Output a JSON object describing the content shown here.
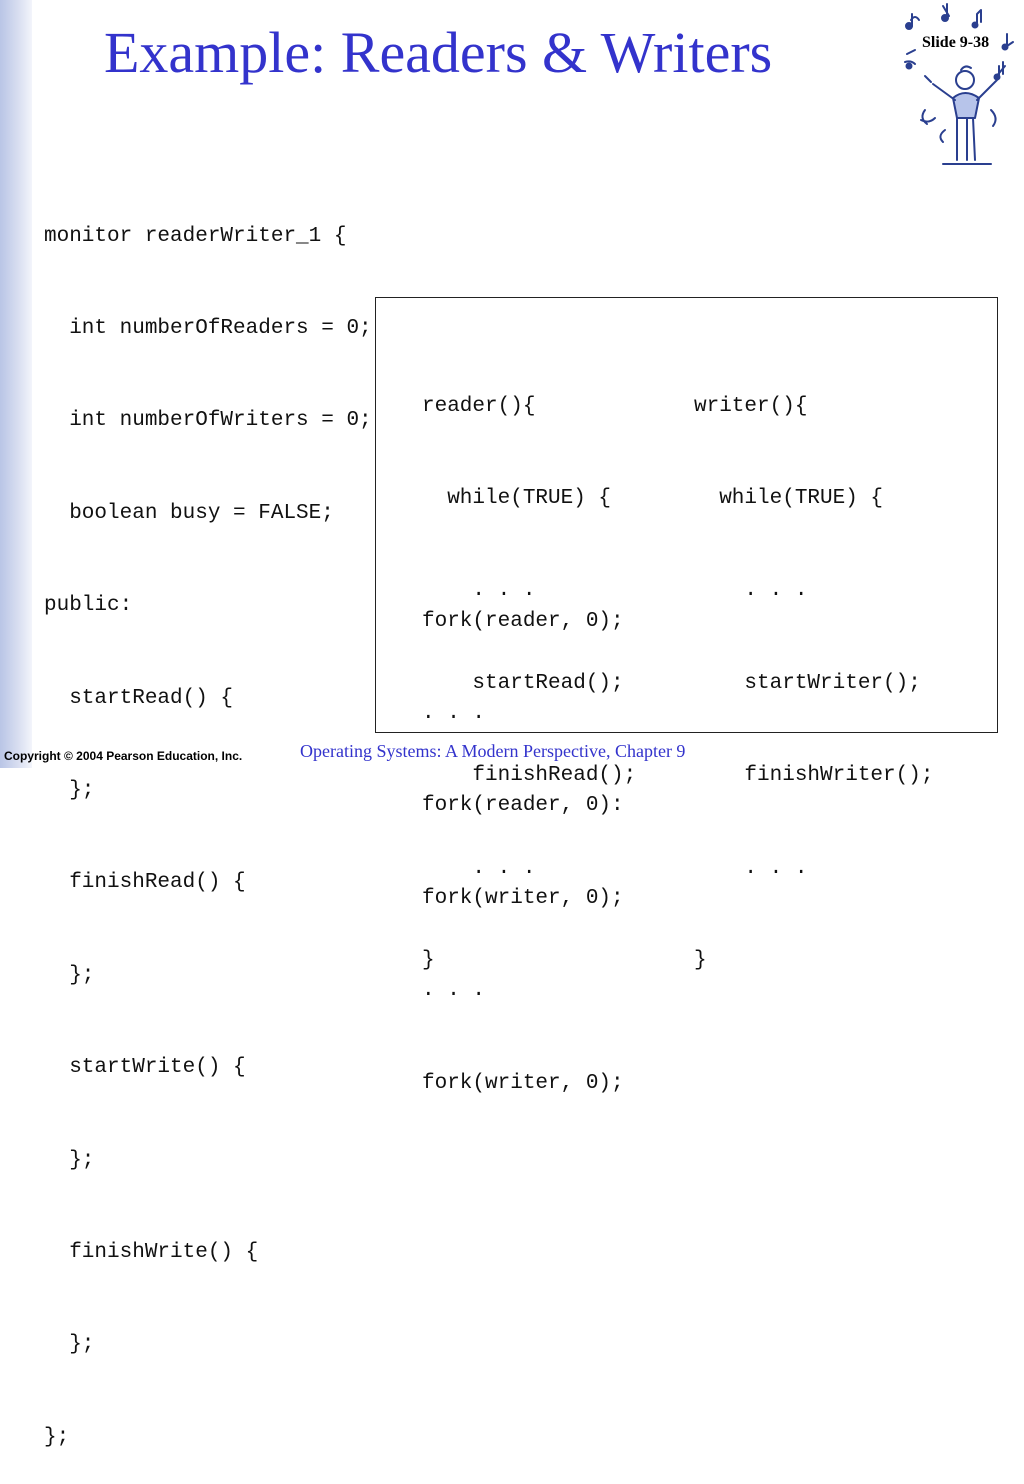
{
  "slide": {
    "title": "Example: Readers & Writers",
    "number": "Slide 9-38"
  },
  "monitor_code": [
    "monitor readerWriter_1 {",
    "  int numberOfReaders = 0;",
    "  int numberOfWriters = 0;",
    "  boolean busy = FALSE;",
    "public:",
    "  startRead() {",
    "  };",
    "  finishRead() {",
    "  };",
    "  startWrite() {",
    "  };",
    "  finishWrite() {",
    "  };",
    "};"
  ],
  "reader_code": [
    "reader(){",
    "  while(TRUE) {",
    "    . . .",
    "    startRead();",
    "    finishRead();",
    "    . . .",
    "}"
  ],
  "writer_code": [
    "writer(){",
    "  while(TRUE) {",
    "    . . .",
    "    startWriter();",
    "    finishWriter();",
    "    . . .",
    "}"
  ],
  "fork_code": [
    "fork(reader, 0);",
    ". . .",
    "fork(reader, 0):",
    "fork(writer, 0);",
    ". . .",
    "fork(writer, 0);"
  ],
  "footer": {
    "copyright": "Copyright © 2004 Pearson Education, Inc.",
    "course": "Operating Systems: A Modern Perspective, Chapter 9"
  },
  "colors": {
    "title": "#3333cc",
    "sidebar": "#c5cfeb",
    "logo": "#2a3f8f"
  },
  "icons": {
    "logo": "music-conductor-icon"
  }
}
